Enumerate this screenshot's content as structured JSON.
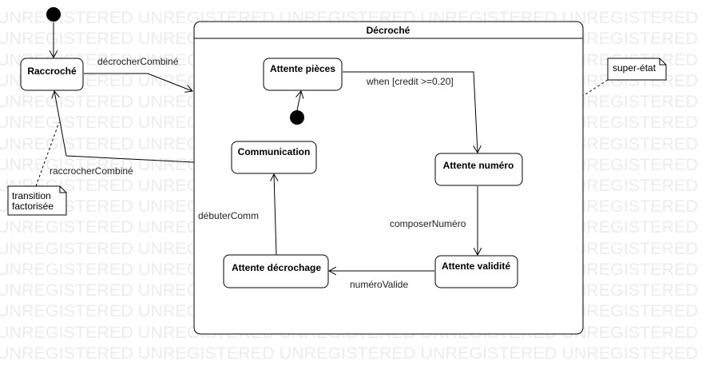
{
  "watermark": {
    "text": "UNREGISTERED UNREGISTERED UNREGISTERED UNREGISTERED UNREGISTERED UNREGISTERED"
  },
  "diagram": {
    "superstate": {
      "title": "Décroché"
    },
    "states": {
      "raccroche": "Raccroché",
      "attente_pieces": "Attente pièces",
      "communication": "Communication",
      "attente_numero": "Attente numéro",
      "attente_decrochage": "Attente décrochage",
      "attente_validite": "Attente validité"
    },
    "transitions": {
      "decrocher": "décrocherCombiné",
      "raccrocher": "raccrocherCombiné",
      "when_credit": "when [credit >=0.20]",
      "composer": "composerNuméro",
      "numero_valide": "numéroValide",
      "debuter": "débuterComm"
    },
    "notes": {
      "super_etat": "super-état",
      "transition_line1": "transition",
      "transition_line2": "factorisée"
    }
  }
}
